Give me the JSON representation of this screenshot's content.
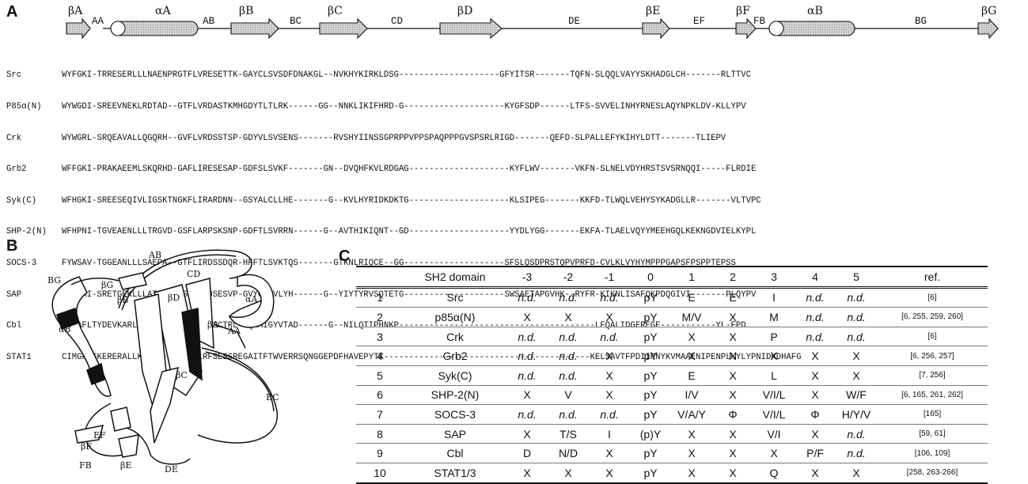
{
  "panels": {
    "a": "A",
    "b": "B",
    "c": "C"
  },
  "secondary_structure": {
    "labels": [
      "βA",
      "AA",
      "αA",
      "AB",
      "βB",
      "BC",
      "βC",
      "CD",
      "βD",
      "DE",
      "βE",
      "EF",
      "βF",
      "FB",
      "αB",
      "BG",
      "βG"
    ]
  },
  "alignment": [
    {
      "name": "Src",
      "seq": "WYFGKI-TRRESERLLLNAENPRGTFLVRESETTK-GAYCLSVSDFDNAKGL--NVKHYKIRKLDSG--------------------GFYITSR-------TQFN-SLQQLVAYYSKHADGLCH-------RLTTVC"
    },
    {
      "name": "P85α(N)",
      "seq": "WYWGDI-SREEVNEKLRDTAD--GTFLVRDASTKMHGDYTLTLRK------GG--NNKLIKIFHRD-G--------------------KYGFSDP------LTFS-SVVELINHYRNESLAQYNPKLDV-KLLYPV"
    },
    {
      "name": "Crk",
      "seq": "WYWGRL-SRQEAVALLQGQRH--GVFLVRDSSTSP-GDYVLSVSENS-------RVSHYIINSSGPRPPVPPSPAQPPPGVSPSRLRIGD-------QEFD-SLPALLEFYKIHYLDTT-------TLIEPV"
    },
    {
      "name": "Grb2",
      "seq": "WFFGKI-PRAKAEEMLSKQRHD-GAFLIRESESAP-GDFSLSVKF-------GN--DVQHFKVLRDGAG--------------------KYFLWV-------VKFN-SLNELVDYHRSTSVSRNQQI-----FLRDIE"
    },
    {
      "name": "Syk(C)",
      "seq": "WFHGKI-SREESEQIVLIGSKTNGKFLIRARDNN--GSYALCLLHE-------G--KVLHYRIDKDKTG--------------------KLSIPEG-------KKFD-TLWQLVEHYSYKADGLLR-------VLTVPC"
    },
    {
      "name": "SHP-2(N)",
      "seq": "WFHPNI-TGVEAENLLLTRGVD-GSFLARPSKSNP-GDFTLSVRRN------G--AVTHIKIQNT--GD--------------------YYDLYGG-------EKFA-TLAELVQYYMEEHGQLKEKNGDVIELKYPL"
    },
    {
      "name": "SOCS-3",
      "seq": "FYWSAV-TGGEANLLLSAEPA--GTFLIRDSSDQR-HFFTLSVKTQS-------GTKNLRIQCE--GG--------------------SFSLQSDPRSTQPVPRFD-CVLKLVYHYMPPPGAPSFPSPPTEPSS"
    },
    {
      "name": "SAP",
      "seq": "VYHGKI-SRETGEKLLLATGLD-GSYLLRDSESVP-GVYCLCVLYH------G--YIYTYRVSQTETG--------------------SWSAETAPGVHK--RYFR-KIKNLISAFQKPDQGIVI-------PLQYPV"
    },
    {
      "name": "Cbl",
      "seq": "GYMAFLTYDEVKARLQKFIHKP-GSYIFRLSCTRL-GQWAIGYVTAD------G--NILQTIPHNKP---------------------------------------LFQALIDGFREGF-----------YL-FPD"
    },
    {
      "name": "STAT1",
      "seq": "CIMGFISKERERALLKDQQP---GTFLLRFSESSREGAITFTWVERRSQNGGEPDFHAVEPYTK-----------------------------------------KELSAVTFPDIIRNYKVMAAENIPENPLKYLYPNIDKDHAFG"
    }
  ],
  "ribbon_labels": [
    "AB",
    "CD",
    "BG",
    "βG",
    "βB",
    "βD",
    "αA",
    "αB",
    "βA",
    "AA",
    "βC",
    "BC",
    "EF",
    "βF",
    "FB",
    "βE",
    "DE"
  ],
  "table": {
    "headers": [
      "",
      "SH2 domain",
      "-3",
      "-2",
      "-1",
      "0",
      "1",
      "2",
      "3",
      "4",
      "5",
      "ref."
    ],
    "rows": [
      {
        "idx": "1",
        "name": "Src",
        "cells": [
          "n.d.",
          "n.d.",
          "n.d.",
          "pY",
          "E",
          "E",
          "I",
          "n.d.",
          "n.d."
        ],
        "bold": [
          false,
          false,
          false,
          true,
          true,
          true,
          true,
          false,
          false
        ],
        "ref": "[6]"
      },
      {
        "idx": "2",
        "name": "p85α(N)",
        "cells": [
          "X",
          "X",
          "X",
          "pY",
          "M/V",
          "X",
          "M",
          "n.d.",
          "n.d."
        ],
        "bold": [
          false,
          false,
          false,
          true,
          true,
          false,
          true,
          false,
          false
        ],
        "ref": "[6, 255, 259, 260]"
      },
      {
        "idx": "3",
        "name": "Crk",
        "cells": [
          "n.d.",
          "n.d.",
          "n.d.",
          "pY",
          "X",
          "X",
          "P",
          "n.d.",
          "n.d."
        ],
        "bold": [
          false,
          false,
          false,
          true,
          false,
          false,
          true,
          false,
          false
        ],
        "ref": "[6]"
      },
      {
        "idx": "4",
        "name": "Grb2",
        "cells": [
          "n.d.",
          "n.d.",
          "X",
          "pY",
          "X",
          "N",
          "X",
          "X",
          "X"
        ],
        "bold": [
          false,
          false,
          false,
          true,
          false,
          true,
          false,
          false,
          false
        ],
        "ref": "[6, 256, 257]"
      },
      {
        "idx": "5",
        "name": "Syk(C)",
        "cells": [
          "n.d.",
          "n.d.",
          "X",
          "pY",
          "E",
          "X",
          "L",
          "X",
          "X"
        ],
        "bold": [
          false,
          false,
          false,
          true,
          true,
          false,
          true,
          false,
          false
        ],
        "ref": "[7, 256]"
      },
      {
        "idx": "6",
        "name": "SHP-2(N)",
        "cells": [
          "X",
          "V",
          "X",
          "pY",
          "I/V",
          "X",
          "V/I/L",
          "X",
          "W/F"
        ],
        "bold": [
          false,
          true,
          false,
          true,
          true,
          false,
          true,
          false,
          true
        ],
        "ref": "[6, 165, 261, 262]"
      },
      {
        "idx": "7",
        "name": "SOCS-3",
        "cells": [
          "n.d.",
          "n.d.",
          "n.d.",
          "pY",
          "V/A/Y",
          "Φ",
          "V/I/L",
          "Φ",
          "H/Y/V"
        ],
        "bold": [
          false,
          false,
          false,
          true,
          true,
          false,
          true,
          false,
          true
        ],
        "ref": "[165]"
      },
      {
        "idx": "8",
        "name": "SAP",
        "cells": [
          "X",
          "T/S",
          "I",
          "(p)Y",
          "X",
          "X",
          "V/I",
          "X",
          "n.d."
        ],
        "bold": [
          false,
          true,
          true,
          true,
          false,
          false,
          true,
          false,
          false
        ],
        "ref": "[59, 61]"
      },
      {
        "idx": "9",
        "name": "Cbl",
        "cells": [
          "D",
          "N/D",
          "X",
          "pY",
          "X",
          "X",
          "X",
          "P/F",
          "n.d."
        ],
        "bold": [
          true,
          true,
          false,
          true,
          false,
          false,
          false,
          true,
          false
        ],
        "ref": "[106, 109]"
      },
      {
        "idx": "10",
        "name": "STAT1/3",
        "cells": [
          "X",
          "X",
          "X",
          "pY",
          "X",
          "X",
          "Q",
          "X",
          "X"
        ],
        "bold": [
          false,
          false,
          false,
          true,
          false,
          false,
          true,
          false,
          false
        ],
        "ref": "[258, 263-266]"
      }
    ]
  }
}
